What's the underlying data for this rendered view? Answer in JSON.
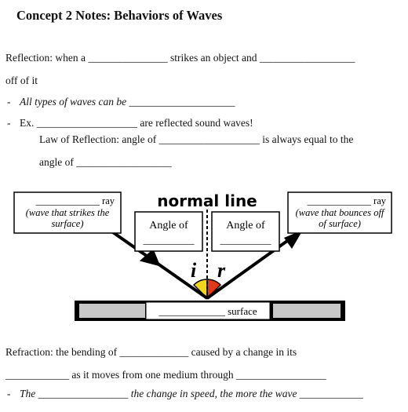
{
  "title": "Concept 2 Notes: Behaviors of Waves",
  "reflection": {
    "line1": "Reflection: when a _______________ strikes an object and __________________",
    "line2": "off of it",
    "bullet1_dash": "-",
    "bullet1_text": "All types of waves can be ____________________",
    "bullet2_dash": "-",
    "bullet2_text": "Ex. ___________________ are reflected sound waves!",
    "law_line1": "Law of Reflection: angle of ___________________ is always equal to the",
    "law_line2": "angle of __________________"
  },
  "diagram": {
    "normal_line_label": "normal line",
    "incident_box": {
      "blank_ray": "_____________ ray",
      "desc1": "(wave that strikes the",
      "desc2": "surface)"
    },
    "reflected_box": {
      "blank_ray": "_____________ ray",
      "desc1": "(wave that bounces off",
      "desc2": "of surface)"
    },
    "angle_left": {
      "label": "Angle of",
      "blank": "__________"
    },
    "angle_right": {
      "label": "Angle of",
      "blank": "__________"
    },
    "i_label": "i",
    "r_label": "r",
    "surface_label": "_____________ surface",
    "colors": {
      "incident_angle": "#f2d61c",
      "reflected_angle": "#e2391b",
      "surface_bar": "#c8c8c8"
    }
  },
  "refraction": {
    "line1": "Refraction: the bending of _____________ caused by a change in its",
    "line2": "____________ as it moves from one medium through _________________",
    "bullet_dash": "-",
    "bullet_text": "The _________________ the change in speed, the more the wave ____________"
  }
}
